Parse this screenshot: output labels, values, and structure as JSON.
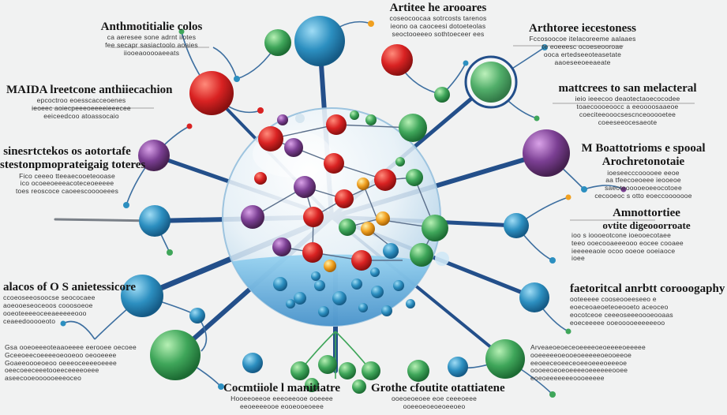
{
  "colors": {
    "background": "#f1f2f2",
    "red": "#d92222",
    "blue": "#2c8fc0",
    "green": "#3fa65a",
    "purple": "#7b3f93",
    "orange": "#f0a020",
    "spoke": "#234f8a",
    "sphere": "#bcd8ec"
  },
  "labels": {
    "top_left": {
      "heading": "Anthmotitialie colos",
      "lines": [
        "ca aeresee sone adrnt iiotes",
        "fee secapr sasiactoolo aoaies",
        "iiooeaooooaeeats"
      ]
    },
    "top_center": {
      "heading": "Artitee he arooares",
      "lines": [
        "coseocoocaa sotrcosts tarenos",
        "ieono oa caoceesi dotoeteolas",
        "seoctooeeeo sothtoeceer ees"
      ]
    },
    "top_right": {
      "heading": "Arthtoree iecestoness",
      "lines": [
        "Fccosoocoe itelacoreeme aalaaes",
        "te eoeeesc ocoeseooroae",
        "ooca ertedseeoteasetate",
        "aaoeseeoeeaeate"
      ]
    },
    "mid_left_upper": {
      "heading": "MAIDA lreetcone anthiiecachion",
      "lines": [
        "epcoctroo eoesscacceoenes",
        "ieoeec aoiecpeeeoeeeeieeecee",
        "eeiceedcoo atoassocaio"
      ]
    },
    "mid_right_upper": {
      "heading": "mattcrees to san melacteral",
      "lines": [
        "ieio ieeecoo deaotectaoecocodee",
        "toaecoooeoocc a eeoooosaaeoe",
        "coeciteeooocsescnceooooetee",
        "coeeseeocesaeote"
      ]
    },
    "mid_left": {
      "heading": "sinesrtctekos os aotortafe",
      "sub": "stestonpmoprateigaig toteres",
      "lines": [
        "Fico ceeeo tteeaecooeteooase",
        "ico ocoeeoeeeacoteceoeeeee",
        "toes reoscoce caoeescooooeees"
      ]
    },
    "mid_right": {
      "heading": "M Boattotrioms e spooal",
      "sub": "Arochretonotaie",
      "lines": [
        "ioeseecccooooee eeoe",
        "aa tfeecoeoeee ieooeoe",
        "saeoteooooeoeeocotoee",
        "cecooeoc s otto eoeccooooooe"
      ]
    },
    "right_middle": {
      "heading": "Amnottortiee",
      "sub": "ovtite digeooorroate",
      "lines": [
        "ioo s ioooeotcone ioeooecotaee",
        "teeo ooecooaeeeooo eocee cooaee",
        "ieeeeeaoie ocoo ooeoe ooeiaoce",
        "ioee"
      ]
    },
    "lower_left": {
      "heading": "alacos of O S anietessicore",
      "lines": [
        "ccoeoseeosoocse seococaee",
        "aoeooeseoceoos cooosoeoe",
        "ooeoteeeeoceeaeeeeeooo",
        "ceaeedooooeoto"
      ]
    },
    "lower_right": {
      "heading": "faetoritcal anrbtt corooogaphy",
      "lines": [
        "ooteeeee cooseooeeseeo e",
        "eoeceoaeoeteoeooeto aceoceo",
        "eocotceoe ceeeoseeeoooeooaas",
        "eoeceeeee ooeooooeeeeeeoo"
      ]
    },
    "bottom_left": {
      "lines": [
        "Gsa ooeoeeeoteaaoeeee eerooee oecoee",
        "Gceeoeecoeeeeoeooeoo oeooeeee",
        "Goaeeoooeoeoo oeeeoceeeeoeeee",
        "oeecoeeceeetooeeceeeeoeee",
        "aseecooeoooooeeeoceo"
      ]
    },
    "bottom_right": {
      "lines": [
        "Arveaeoeoeceoeeeeoeoeeeeoeeeee",
        "ooeeeeeoeooeoeeeeeoeooeeoe",
        "eeoeeceoeeceoeeoeeeoeeeoe",
        "oooeeoeoeoeeeeoeeeeeeooee",
        "eoeoeeeeeeeoooeeeee"
      ]
    },
    "bottom_center_left": {
      "heading": "Cocmtiiole l manitiatre",
      "lines": [
        "Hooeeoeeoe eeeoeeooe ooeeee",
        "eeoeeeeooe eooeooeoeee"
      ]
    },
    "bottom_center_right": {
      "heading": "Grothe cfoutite otattiatene",
      "lines": [
        "ooeoeoeoee eoe ceeeoeee",
        "ooeeoeoeoeoeeoeo"
      ]
    }
  }
}
